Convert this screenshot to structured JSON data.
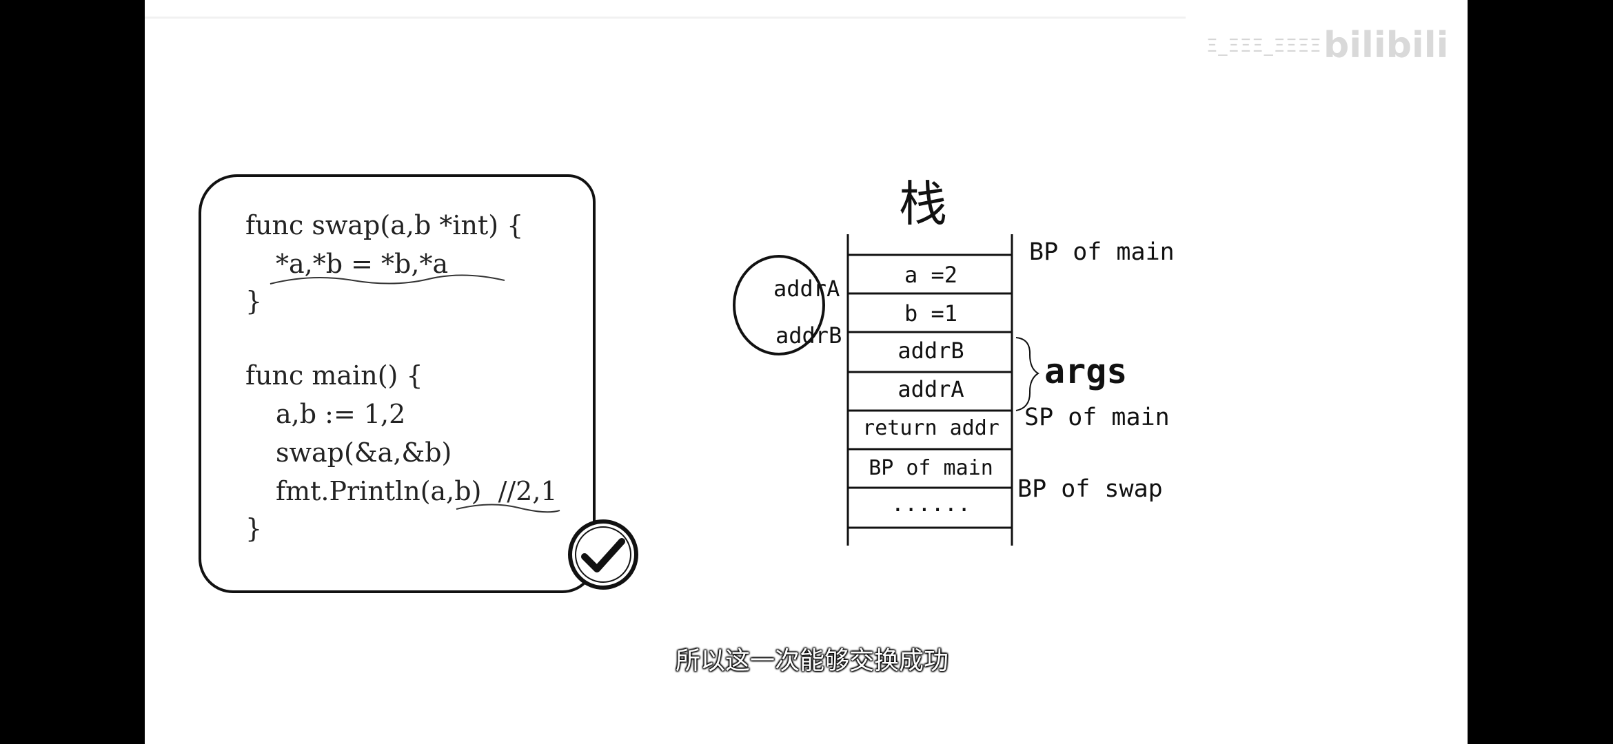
{
  "watermark": {
    "text": "Ξ_ΞΞΞ_ΞΞΞΞ",
    "logo": "bilibili"
  },
  "code": {
    "lines": [
      "func swap(a,b *int) {",
      "*a,*b = *b,*a",
      "}",
      "func main() {",
      "a,b := 1,2",
      "swap(&a,&b)",
      "fmt.Println(a,b)  //2,1",
      "}"
    ],
    "status": "check-icon"
  },
  "stack": {
    "title": "栈",
    "cells": [
      "a =2",
      "b =1",
      "addrB",
      "addrA",
      "return addr",
      "BP of main",
      "......"
    ],
    "labels": {
      "bp_main": "BP of main",
      "args": "args",
      "sp_main": "SP of main",
      "bp_swap": "BP of swap"
    },
    "circle": {
      "top": "addrA",
      "bottom": "addrB"
    }
  },
  "subtitle": "所以这一次能够交换成功",
  "colors": {
    "background": "#000000",
    "slide": "#ffffff",
    "ink": "#111111"
  }
}
